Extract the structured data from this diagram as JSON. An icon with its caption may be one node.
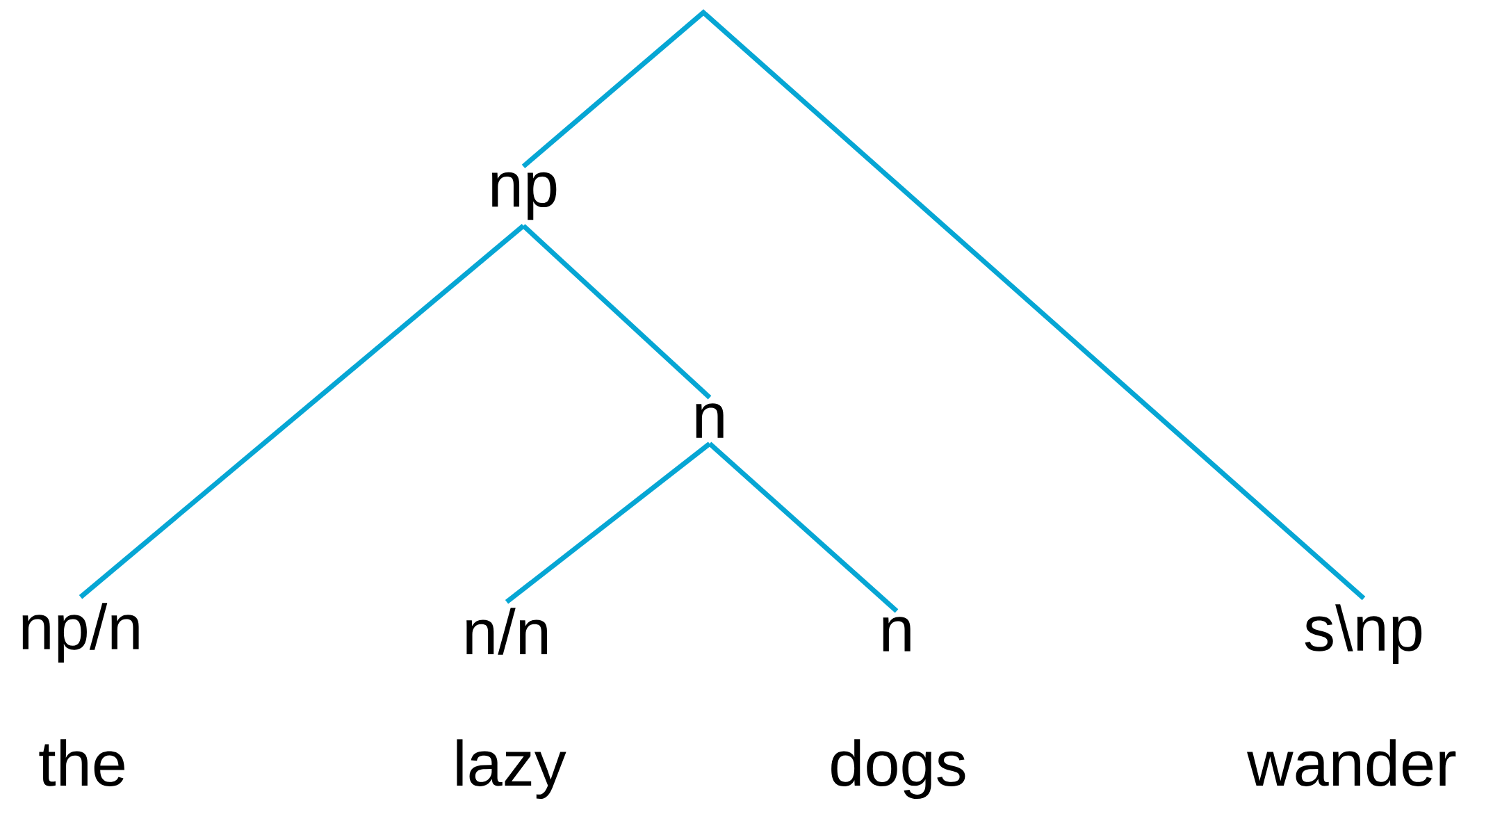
{
  "diagram": {
    "nodes": [
      {
        "text": [
          "np"
        ]
      },
      {
        "text": [
          "n"
        ]
      },
      {
        "text": [
          "np/n"
        ],
        "beside": [
          "the"
        ]
      },
      {
        "text": [
          "n/n"
        ],
        "beside": [
          "lazy"
        ]
      },
      {
        "text": [
          "n"
        ],
        "beside": [
          "dogs"
        ]
      },
      {
        "text": [
          "s\\np"
        ],
        "beside": [
          "wander"
        ]
      }
    ],
    "edges": [
      {
        "from": 0,
        "to": 5,
        "arrow": "none"
      },
      {
        "from": 0,
        "to": 2,
        "arrow": "none"
      },
      {
        "from": 0,
        "to": 1,
        "arrow": "none"
      },
      {
        "from": 1,
        "to": 3,
        "arrow": "none"
      },
      {
        "from": 1,
        "to": 4,
        "arrow": "none"
      }
    ]
  }
}
